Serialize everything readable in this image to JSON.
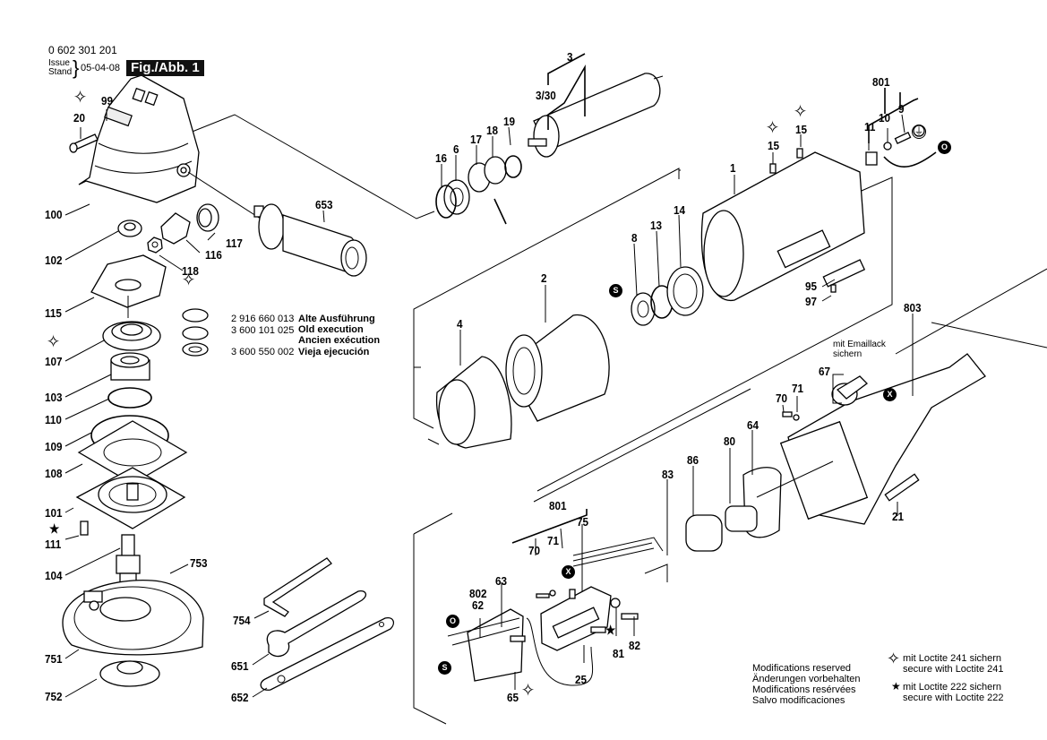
{
  "header": {
    "part_number": "0 602 301 201",
    "issue_label": "Issue",
    "stand_label": "Stand",
    "issue_date": "05-04-08",
    "figure_label": "Fig./Abb. 1"
  },
  "old_execution_note": {
    "part_numbers": [
      "2 916 660 013",
      "3 600 101 025",
      "3 600 550 002"
    ],
    "labels": [
      "Alte Ausführung",
      "Old execution",
      "Ancien exécution",
      "Vieja ejecución"
    ]
  },
  "modifications_note": [
    "Modifications reserved",
    "Änderungen vorbehalten",
    "Modifications resérvées",
    "Salvo modificaciones"
  ],
  "loctite_notes": {
    "loctite_241": {
      "symbol": "four-point-star-icon",
      "lines": [
        "mit Loctite 241 sichern",
        "secure with Loctite 241"
      ]
    },
    "loctite_222": {
      "symbol": "solid-star-icon",
      "lines": [
        "mit Loctite 222 sichern",
        "secure with Loctite 222"
      ]
    }
  },
  "enamel_note": [
    "mit Emaillack",
    "sichern"
  ],
  "markers": {
    "o": "O",
    "s": "S",
    "x": "X"
  },
  "part_labels": {
    "p20": "20",
    "p99": "99",
    "p100": "100",
    "p102": "102",
    "p117": "117",
    "p116": "116",
    "p118": "118",
    "p653": "653",
    "p115": "115",
    "p107": "107",
    "p103": "103",
    "p110": "110",
    "p109": "109",
    "p108": "108",
    "p101": "101",
    "p111": "111",
    "p104": "104",
    "p753": "753",
    "p751": "751",
    "p752": "752",
    "p754": "754",
    "p651": "651",
    "p652": "652",
    "p3": "3",
    "p3_30": "3/30",
    "p16": "16",
    "p6": "6",
    "p17": "17",
    "p18": "18",
    "p19": "19",
    "p1": "1",
    "p15a": "15",
    "p15b": "15",
    "p801a": "801",
    "p11": "11",
    "p10": "10",
    "p9": "9",
    "p2": "2",
    "p4": "4",
    "p8": "8",
    "p13": "13",
    "p14": "14",
    "p95": "95",
    "p97": "97",
    "p803": "803",
    "p67": "67",
    "p70a": "70",
    "p71a": "71",
    "p64": "64",
    "p80": "80",
    "p86": "86",
    "p83": "83",
    "p21": "21",
    "p801b": "801",
    "p70b": "70",
    "p71b": "71",
    "p75": "75",
    "p63": "63",
    "p802": "802",
    "p62": "62",
    "p81": "81",
    "p82": "82",
    "p25": "25",
    "p65": "65"
  }
}
